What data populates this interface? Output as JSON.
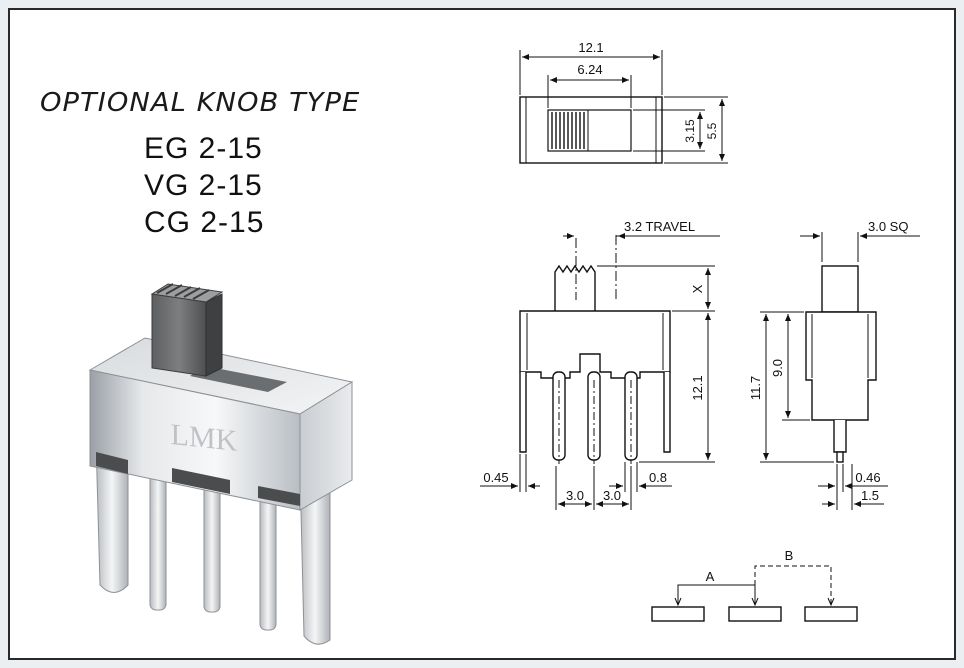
{
  "title": "OPTIONAL KNOB TYPE",
  "models": [
    "EG 2-15",
    "VG 2-15",
    "CG 2-15"
  ],
  "brand_mark": "LMK",
  "dimensions": {
    "top_overall": "12.1",
    "top_knob": "6.24",
    "top_knob_h": "3.15",
    "top_height": "5.5",
    "travel": "3.2  TRAVEL",
    "knob_height": "X",
    "front_height": "12.1",
    "pin_width": "0.45",
    "pitch_1": "3.0",
    "pitch_2": "3.0",
    "pin_width_2": "0.8",
    "knob_square": "3.0  SQ",
    "side_total": "11.7",
    "side_body": "9.0",
    "side_pin": "0.46",
    "side_offset": "1.5"
  },
  "schematic": {
    "pos_a": "A",
    "pos_b": "B"
  }
}
